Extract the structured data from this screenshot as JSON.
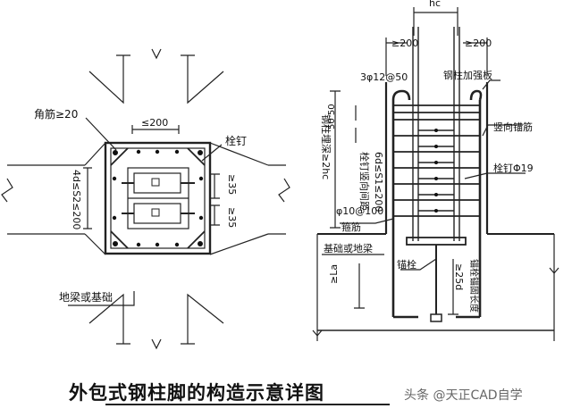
{
  "caption": "外包式钢柱脚的构造示意详图",
  "watermark": "头条 @天正CAD自学",
  "plan_view": {
    "labels": {
      "corner_rib": "角筋≥20",
      "spacing_top": "≤200",
      "stud": "栓钉",
      "ge35_a": "≥35",
      "ge35_b": "≥35",
      "s2_range": "4d≤S2≤200",
      "ground_beam": "地梁或基础"
    }
  },
  "section_view": {
    "labels": {
      "hc": "hc",
      "ge200_left": "≥200",
      "ge200_right": "≥200",
      "bar_3": "3φ12@50",
      "stiffener": "钢柱加强板",
      "dim_50_50": "50 50",
      "embed_depth": "钢柱埋深≥2hc",
      "stud_spacing": "栓钉竖向间距",
      "s1_range": "6d≤S1≤200",
      "vertical_anchor": "竖向锚筋",
      "stud_phi19": "栓钉Φ19",
      "hoop": "φ10@100",
      "stirrup": "箍筋",
      "foundation": "基础或地梁",
      "la": "≥La",
      "anchor_bolt": "锚栓",
      "ge25d": "≥25d",
      "anchor_length": "锚栓锚固长度"
    }
  }
}
